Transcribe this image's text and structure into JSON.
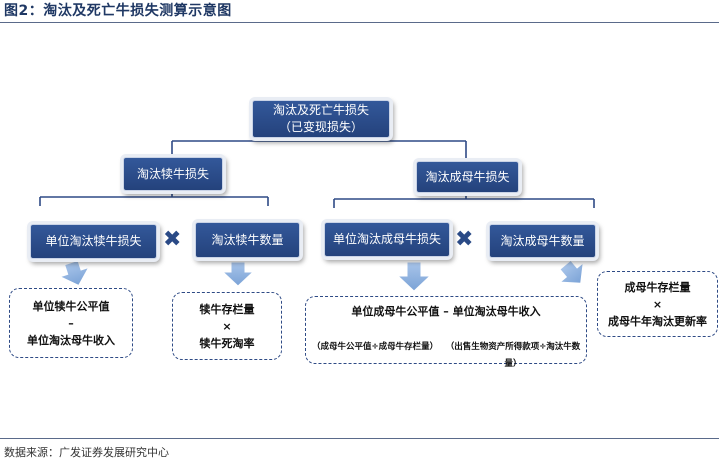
{
  "figure_title": "图2：淘汰及死亡牛损失测算示意图",
  "source": "数据来源：广发证券发展研究中心",
  "root": {
    "line1": "淘汰及死亡牛损失",
    "line2": "（已变现损失）"
  },
  "level2": {
    "left": "淘汰犊牛损失",
    "right": "淘汰成母牛损失"
  },
  "level3": {
    "calf_unit_loss": "单位淘汰犊牛损失",
    "calf_count": "淘汰犊牛数量",
    "cow_unit_loss": "单位淘汰成母牛损失",
    "cow_count": "淘汰成母牛数量"
  },
  "operators": {
    "times": "✖",
    "small_times": "×",
    "minus": "–"
  },
  "formulas": {
    "calf_unit": {
      "line1": "单位犊牛公平值",
      "line2": "单位淘汰母牛收入"
    },
    "calf_count": {
      "line1": "犊牛存栏量",
      "line2": "犊牛死淘率"
    },
    "cow_unit": {
      "main": "单位成母牛公平值 – 单位淘汰母牛收入",
      "sub_left": "（成母牛公平值÷成母牛存栏量）",
      "sub_right": "（出售生物资产所得款项÷淘汰牛数量）"
    },
    "cow_count": {
      "line1": "成母牛存栏量",
      "line2": "成母牛年淘汰更新率"
    }
  },
  "colors": {
    "box": "#2b4c8c",
    "arrow": "#8fb2de",
    "red_arrow": "#e02020",
    "connector": "#2e4a85"
  }
}
